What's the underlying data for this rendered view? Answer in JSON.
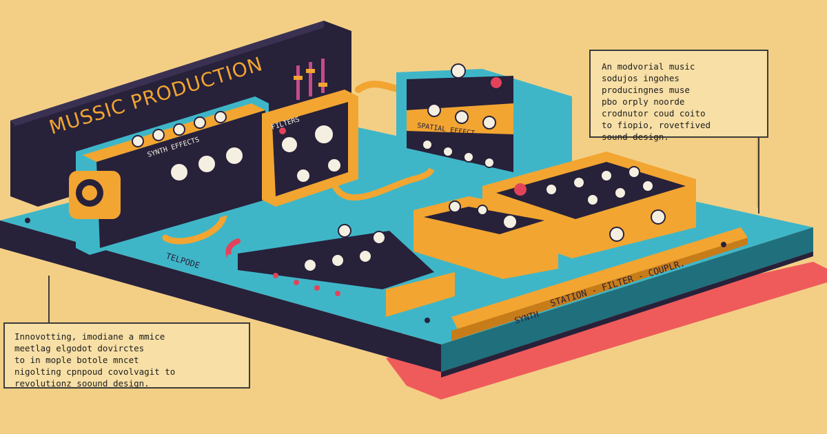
{
  "title": "MUSSIC PRODUCTION",
  "panel_labels": {
    "module_a": "SYNTH EFFECTS",
    "module_b": "FILTERS",
    "module_c": "SPATIAL EFFECT",
    "side_tag": "TELPODE",
    "deck_left": "SYNTH",
    "deck_strip": "STATION - FILTER - COUPLR."
  },
  "callout_top": [
    "An modvorial music",
    "sodujos ingohes",
    "producingnes muse",
    "pbo orply noorde",
    "crodnutor coud coito",
    "to fiopio, rovetfived",
    "sound design."
  ],
  "callout_bottom": [
    "Innovotting, imodiane a mmice",
    "meetlag elgodot dovirctes",
    "to in mople botole mncet",
    "nigolting cpnpoud covolvagit to",
    "revolutionz soound design."
  ],
  "colors": {
    "background": "#f3cf86",
    "deck_blue": "#3fb6c8",
    "module_orange": "#f2a531",
    "panel_dark": "#27213a",
    "accent_red": "#e2435a",
    "shadow": "#ef5b5b"
  }
}
